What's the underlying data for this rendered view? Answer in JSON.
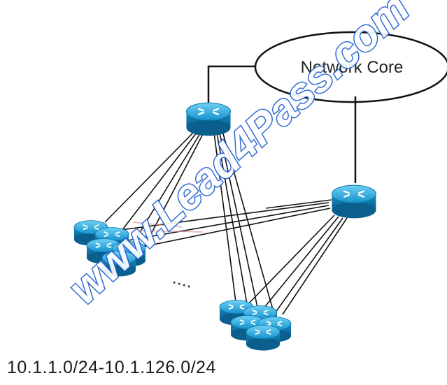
{
  "diagram": {
    "core_label": "Network Core",
    "subnet_range": "10.1.1.0/24-10.1.126.0/24",
    "ellipsis": "....",
    "watermark": "www.Lead4Pass.com",
    "colors": {
      "device_blue": "#1a9fd6",
      "device_dark": "#0b6a9a",
      "link": "#111111",
      "watermark_stroke": "#1f5fd0"
    },
    "nodes": [
      {
        "name": "router-top",
        "icon": "router-icon"
      },
      {
        "name": "router-right",
        "icon": "router-icon"
      },
      {
        "name": "access-cluster-left",
        "icon": "switch-cluster-icon"
      },
      {
        "name": "access-cluster-bottom",
        "icon": "switch-cluster-icon"
      },
      {
        "name": "network-core",
        "icon": "cloud-ellipse-icon"
      }
    ]
  }
}
